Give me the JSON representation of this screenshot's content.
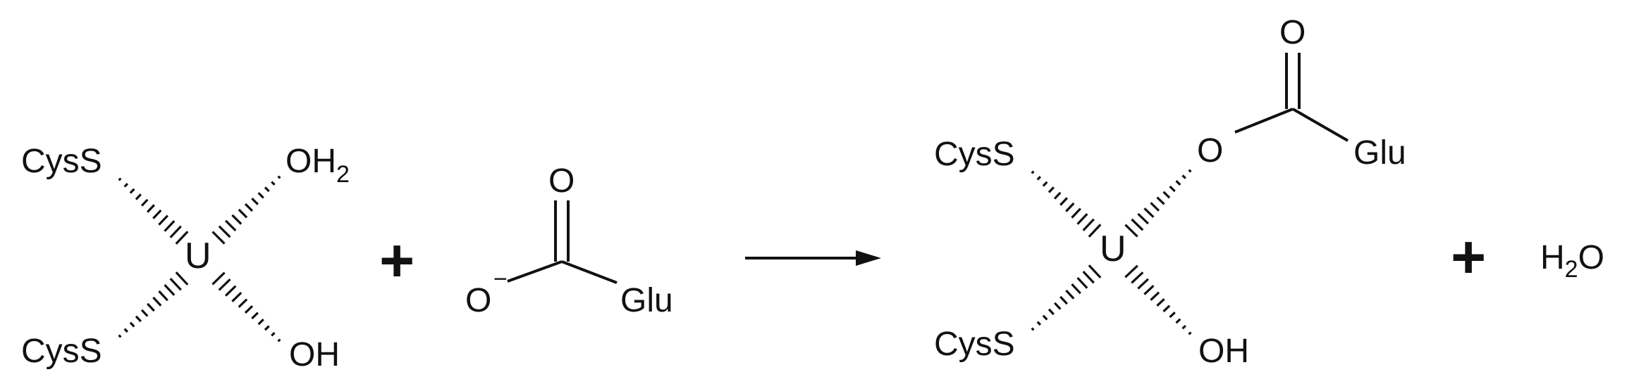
{
  "reaction": {
    "reactant_complex": {
      "metal": "U",
      "ligand_top_left": "CysS",
      "ligand_bottom_left": "CysS",
      "ligand_top_right_main": "OH",
      "ligand_top_right_sub": "2",
      "ligand_bottom_right": "OH"
    },
    "plus_1": "+",
    "carboxylate": {
      "carbonyl_o": "O",
      "anion_o": "O",
      "charge": "−",
      "residue": "Glu"
    },
    "product_complex": {
      "metal": "U",
      "ligand_top_left": "CysS",
      "ligand_bottom_left": "CysS",
      "ligand_bottom_right": "OH",
      "ester_o": "O",
      "carbonyl_o": "O",
      "residue": "Glu"
    },
    "plus_2": "+",
    "water": {
      "h": "H",
      "sub": "2",
      "o": "O"
    }
  },
  "colors": {
    "ink": "#111111",
    "background": "#ffffff"
  }
}
